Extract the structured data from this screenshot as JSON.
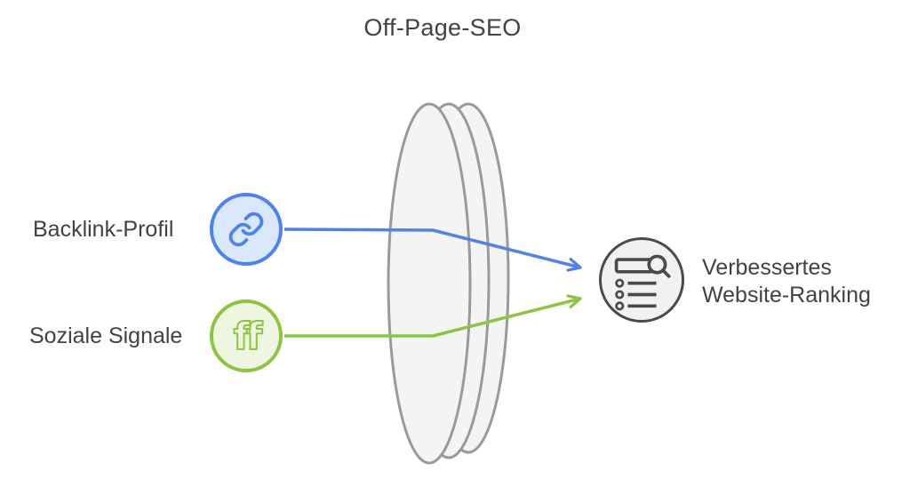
{
  "title": "Off-Page-SEO",
  "inputs": [
    {
      "label": "Backlink-Profil",
      "icon": "link-icon",
      "accent_color": "#4d83ee",
      "fill_color": "#dbe7fb"
    },
    {
      "label": "Soziale Signale",
      "icon": "ff-social-icon",
      "icon_text": "ff",
      "accent_color": "#8cc63f",
      "fill_color": "#eef6e1"
    }
  ],
  "lens": {
    "shape": "biconvex-lens",
    "fill": "#f4f4f4",
    "stroke": "#9a9a9a"
  },
  "output": {
    "lines": [
      "Verbessertes",
      "Website-Ranking"
    ],
    "icon": "search-results-icon",
    "accent_color": "#4a4a4a",
    "fill_color": "#f1f1f1"
  },
  "colors": {
    "blue": "#4d83ee",
    "green": "#8cc63f",
    "dark_gray": "#4a4a4a",
    "lens_stroke": "#9a9a9a",
    "lens_fill": "#f4f4f4",
    "text": "#424242",
    "background": "#ffffff"
  }
}
